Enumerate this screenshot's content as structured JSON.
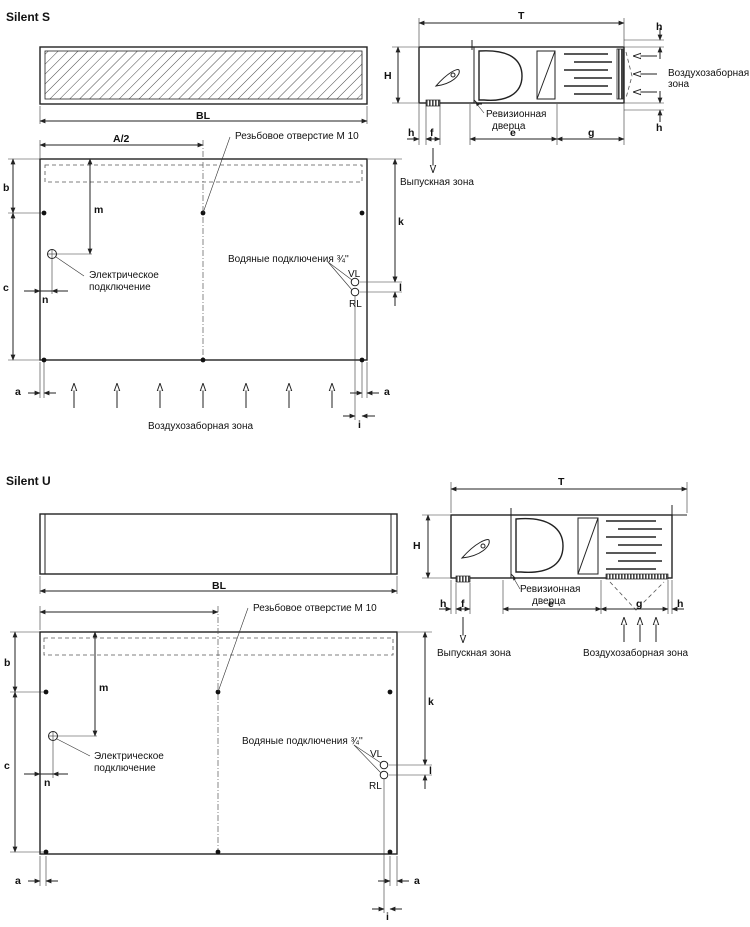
{
  "silent_s": {
    "title": "Silent S",
    "dims": {
      "BL": "BL",
      "A2": "A/2",
      "T": "T",
      "H": "H",
      "h": "h",
      "f": "f",
      "e": "e",
      "g": "g",
      "b": "b",
      "c": "c",
      "m": "m",
      "n": "n",
      "k": "k",
      "l": "l",
      "a": "a",
      "i": "i"
    },
    "labels": {
      "thread": "Резьбовое отверстие М 10",
      "electric_1": "Электрическое",
      "electric_2": "подключение",
      "water": "Водяные подключения ¾''",
      "vl": "VL",
      "rl": "RL",
      "intake_zone": "Воздухозаборная зона",
      "intake_side_1": "Воздухозаборная",
      "intake_side_2": "зона",
      "outlet_zone": "Выпускная зона",
      "door_1": "Ревизионная",
      "door_2": "дверца"
    }
  },
  "silent_u": {
    "title": "Silent U",
    "dims": {
      "BL": "BL",
      "T": "T",
      "H": "H",
      "h": "h",
      "f": "f",
      "e": "e",
      "g": "g",
      "b": "b",
      "c": "c",
      "m": "m",
      "n": "n",
      "k": "k",
      "l": "l",
      "a": "a",
      "i": "i"
    },
    "labels": {
      "thread": "Резьбовое отверстие М 10",
      "electric_1": "Электрическое",
      "electric_2": "подключение",
      "water": "Водяные подключения ¾''",
      "vl": "VL",
      "rl": "RL",
      "intake_zone": "Воздухозаборная зона",
      "outlet_zone": "Выпускная зона",
      "door_1": "Ревизионная",
      "door_2": "дверца"
    }
  }
}
